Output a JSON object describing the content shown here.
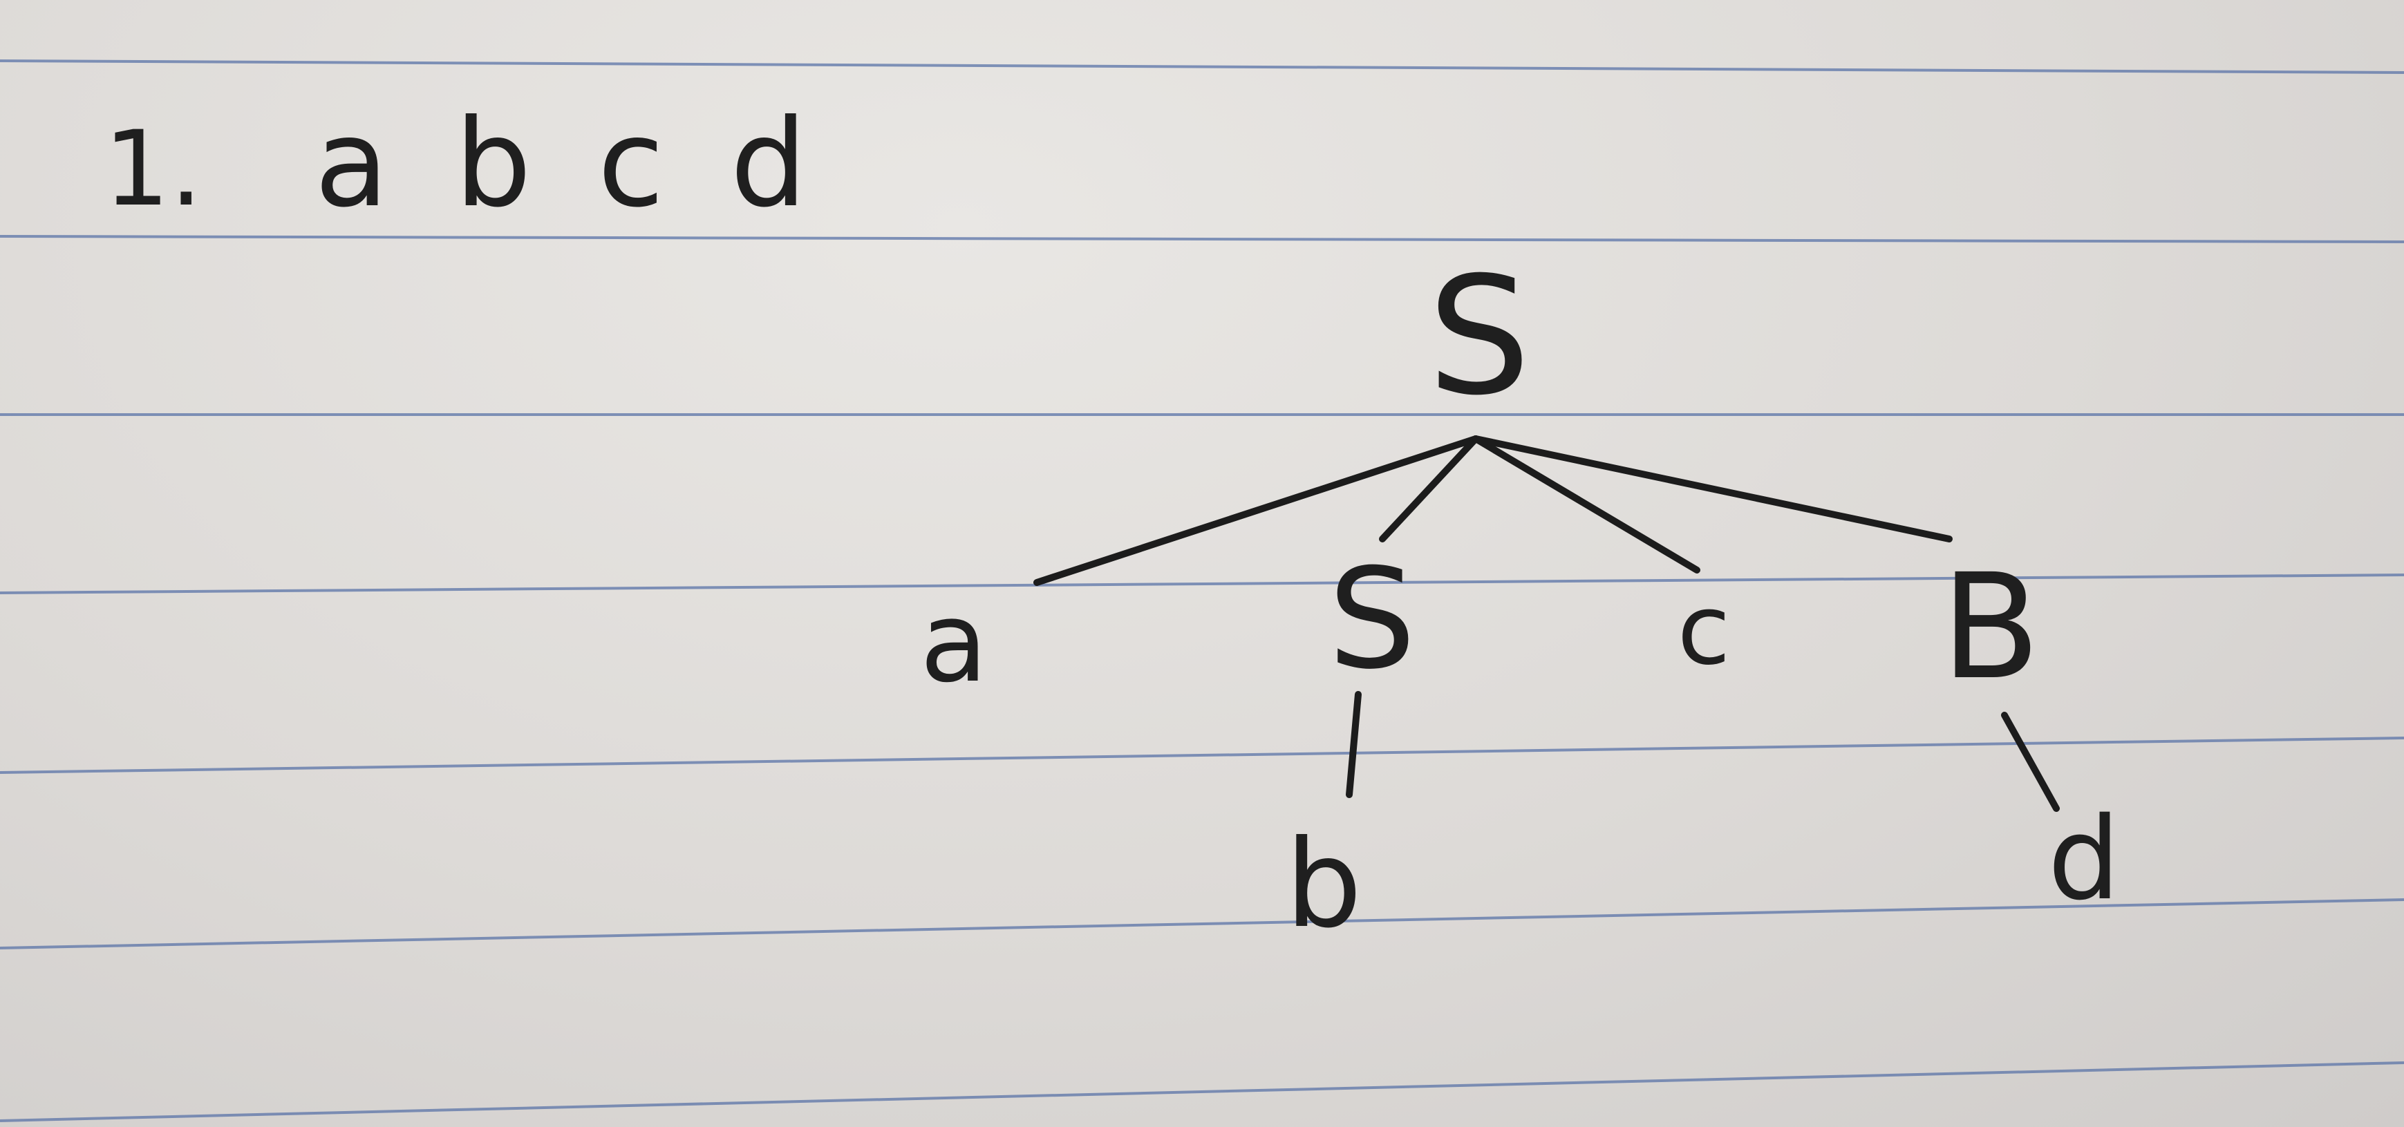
{
  "header": {
    "problem_number": "1.",
    "input_string": "a b c d"
  },
  "tree": {
    "nodes": [
      {
        "id": "root",
        "label": "S"
      },
      {
        "id": "a",
        "label": "a"
      },
      {
        "id": "S2",
        "label": "S"
      },
      {
        "id": "c",
        "label": "c"
      },
      {
        "id": "B",
        "label": "B"
      },
      {
        "id": "b",
        "label": "b"
      },
      {
        "id": "d",
        "label": "d"
      }
    ],
    "edges": [
      {
        "from": "root",
        "to": "a"
      },
      {
        "from": "root",
        "to": "S2"
      },
      {
        "from": "root",
        "to": "c"
      },
      {
        "from": "root",
        "to": "B"
      },
      {
        "from": "S2",
        "to": "b"
      },
      {
        "from": "B",
        "to": "d"
      }
    ]
  },
  "colors": {
    "ink": "#1f1f1f",
    "rule_line": "#5b74a8",
    "paper": "#dfdcd9"
  }
}
